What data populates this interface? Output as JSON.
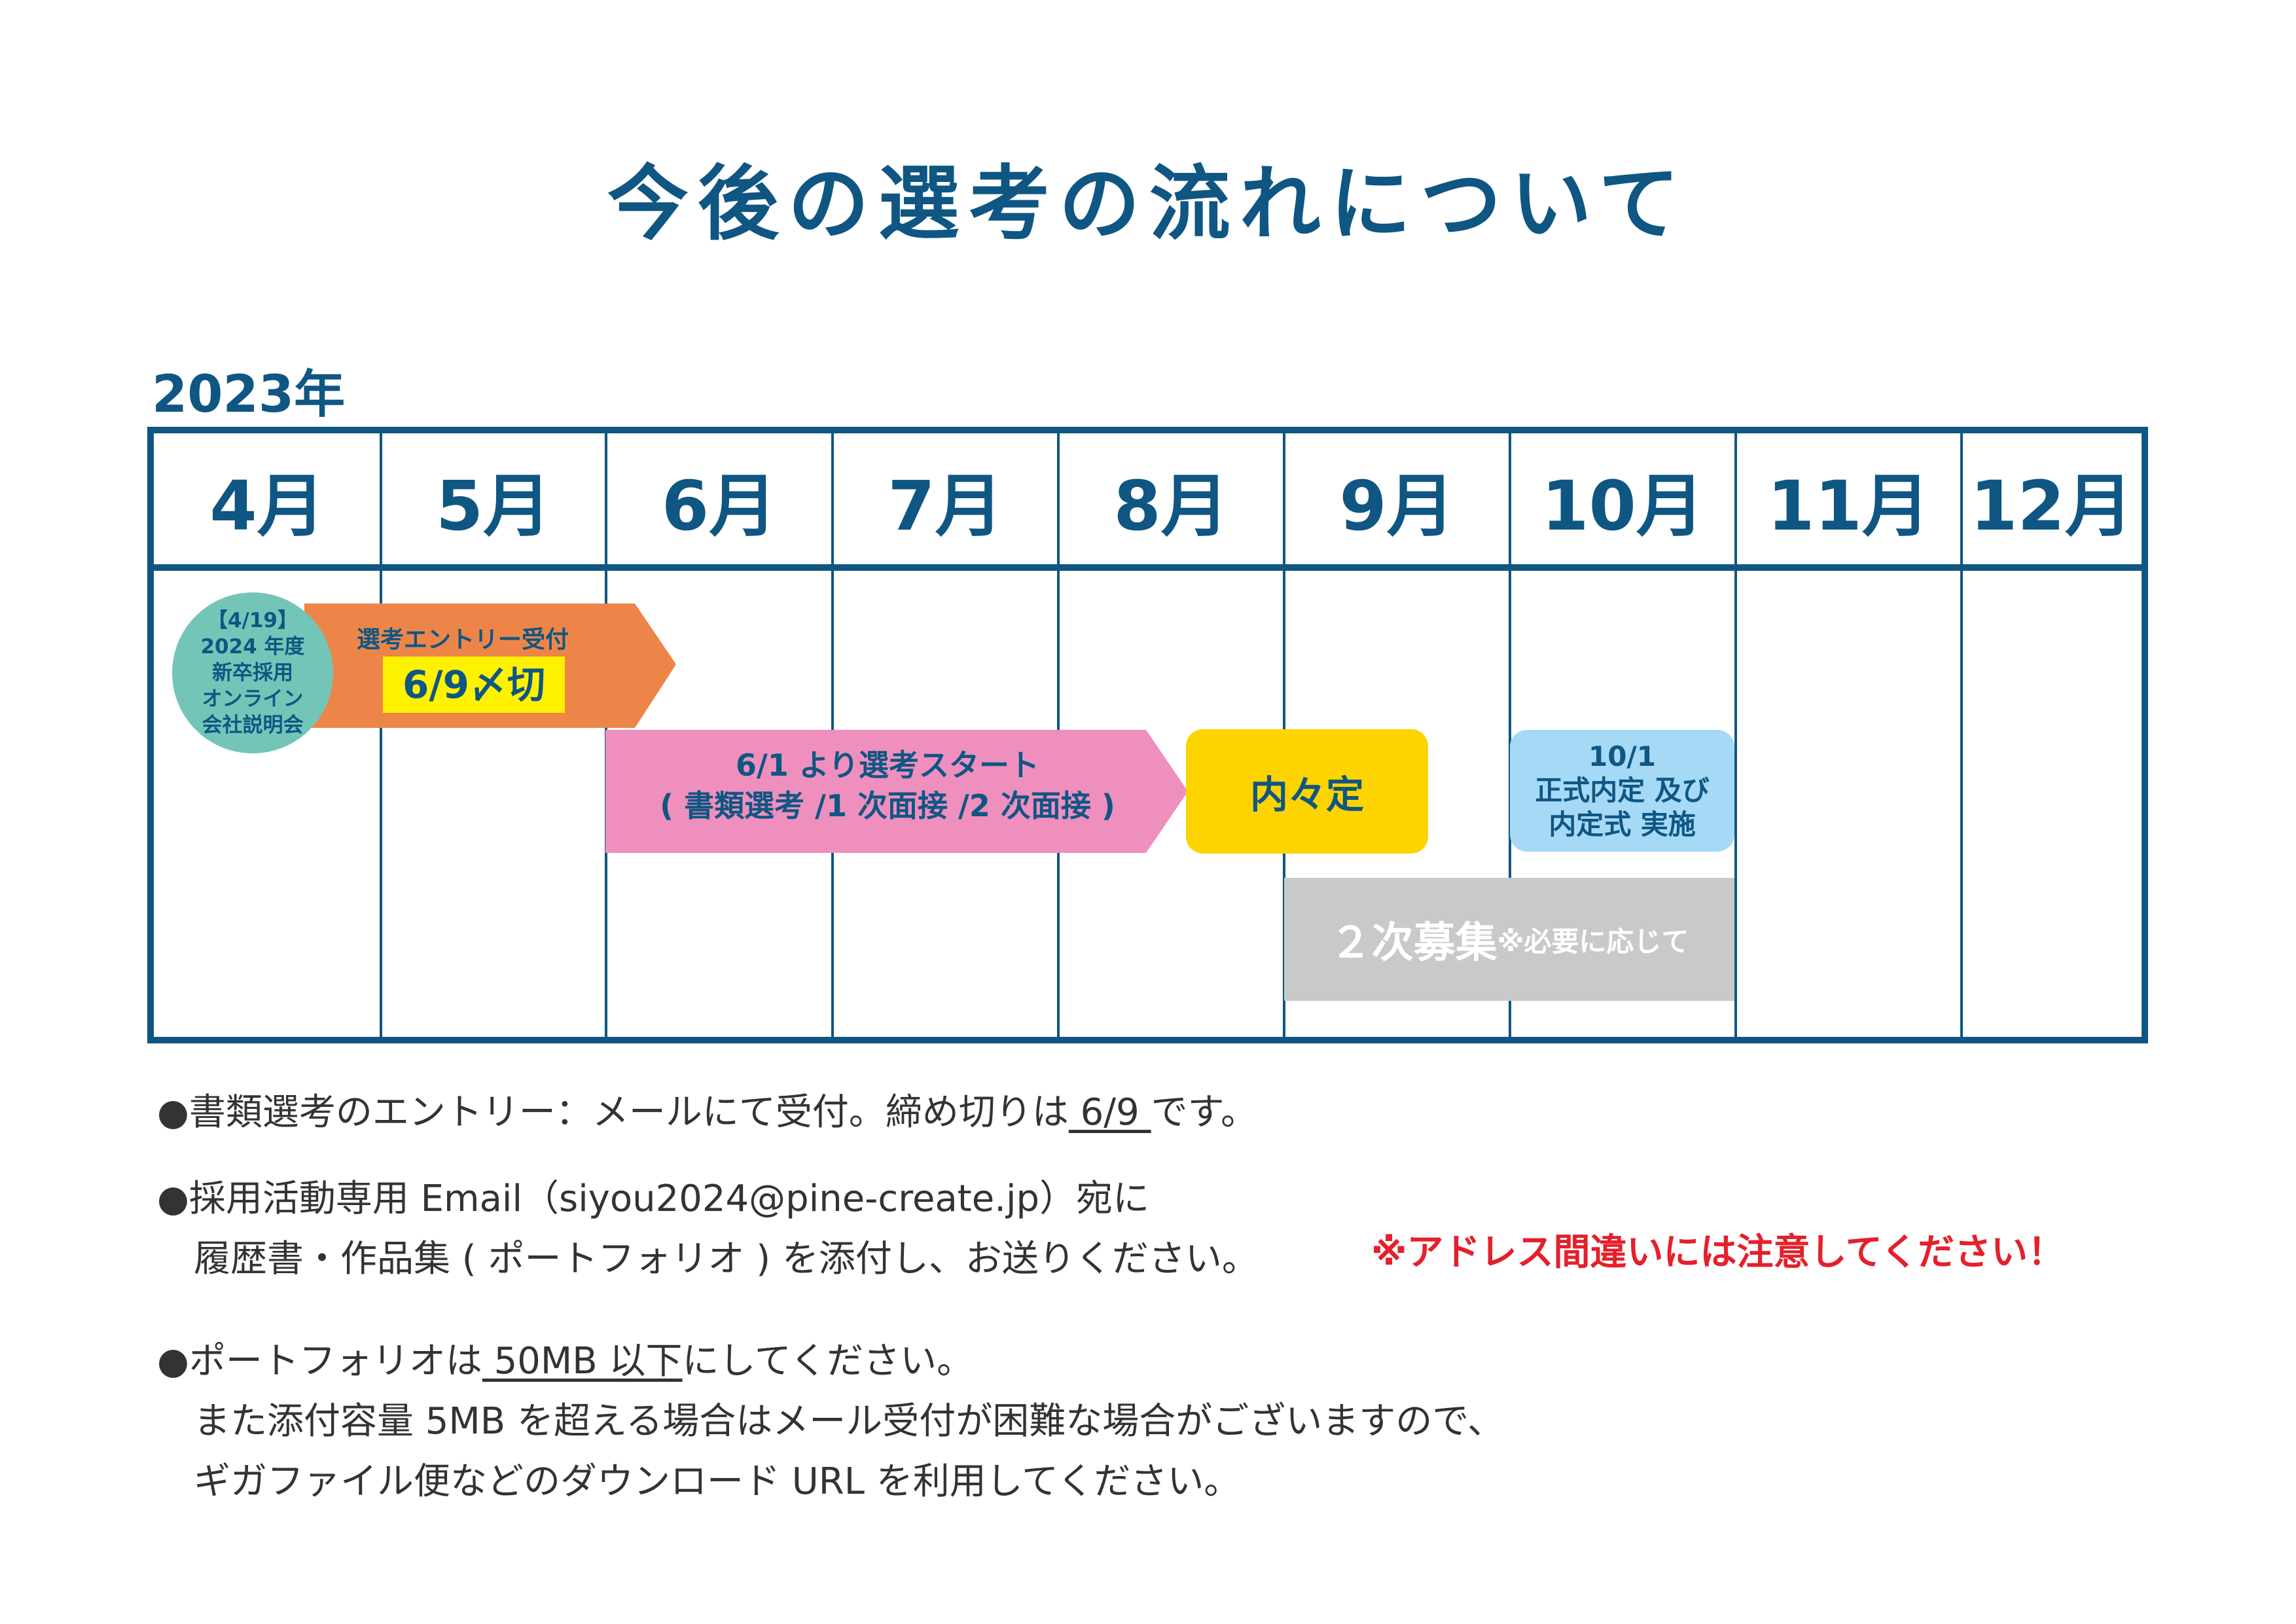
{
  "title": "今後の選考の流れについて",
  "year": "2023年",
  "months": [
    "4月",
    "5月",
    "6月",
    "7月",
    "8月",
    "9月",
    "10月",
    "11月",
    "12月"
  ],
  "colors": {
    "navy": "#0f5683",
    "teal": "#73c6b7",
    "orange": "#ed8549",
    "pink": "#ef8fbe",
    "yellow": "#fdd300",
    "highlight": "#fff200",
    "light_blue": "#a5d9f6",
    "gray": "#c8cac9",
    "warning_red": "#e5202b"
  },
  "events": {
    "info_session": [
      "【4/19】",
      "2024 年度",
      "新卒採用",
      "オンライン",
      "会社説明会"
    ],
    "entry": {
      "label": "選考エントリー受付",
      "deadline": "6/9〆切"
    },
    "selection": {
      "line1": "6/1 より選考スタート",
      "line2": "( 書類選考 /1 次面接 /2 次面接 )"
    },
    "naitei": "内々定",
    "offer": [
      "10/1",
      "正式内定 及び",
      "内定式 実施"
    ],
    "second_round": {
      "main": "２次募集",
      "note": "※必要に応じて"
    }
  },
  "notes": {
    "n1": {
      "text": "●書類選考のエントリー：メールにて受付。締め切りは",
      "date": " 6/9 ",
      "end": "です。"
    },
    "n2": {
      "line1": "●採用活動専用 Email（siyou2024@pine-create.jp）宛に",
      "line2": "　履歴書・作品集 ( ポートフォリオ ) を添付し、お送りください。",
      "warning": "※アドレス間違いには注意してください！"
    },
    "n3": {
      "pre": "●ポートフォリオは",
      "limit": " 50MB 以下",
      "post": "にしてください。",
      "line2": "　また添付容量 5MB を超える場合はメール受付が困難な場合がございますので、",
      "line3": "　ギガファイル便などのダウンロード URL を利用してください。"
    }
  }
}
